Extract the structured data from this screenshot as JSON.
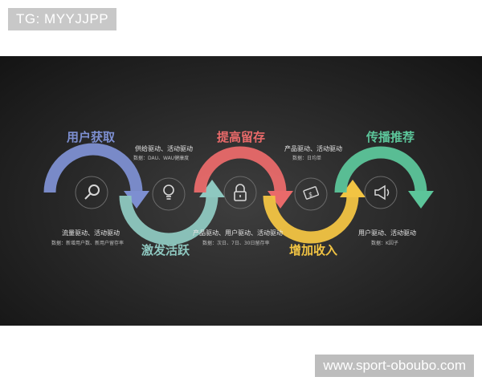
{
  "watermark_top": "TG: MYYJJPP",
  "watermark_bottom": "www.sport-oboubo.com",
  "colors": {
    "blue": "#7d8fd1",
    "teal": "#8ec8c0",
    "red": "#e96a6a",
    "yellow": "#f2c443",
    "green": "#5cc59a"
  },
  "steps": [
    {
      "title": "用户获取",
      "desc": "流量驱动、活动驱动",
      "sub": "数据：新增用户数、新用户留存率",
      "icon": "magnifier-icon"
    },
    {
      "title": "激发活跃",
      "desc": "供给驱动、活动驱动",
      "sub": "数据：DAU、WAU健康度",
      "icon": "lightbulb-icon"
    },
    {
      "title": "提高留存",
      "desc": "产品驱动、用户驱动、活动驱动",
      "sub": "数据：次日、7日、30日留存率",
      "icon": "lock-icon"
    },
    {
      "title": "增加收入",
      "desc": "产品驱动、活动驱动",
      "sub": "数据：日均单",
      "icon": "money-icon"
    },
    {
      "title": "传播推荐",
      "desc": "用户驱动、活动驱动",
      "sub": "数据：K因子",
      "icon": "megaphone-icon"
    }
  ]
}
